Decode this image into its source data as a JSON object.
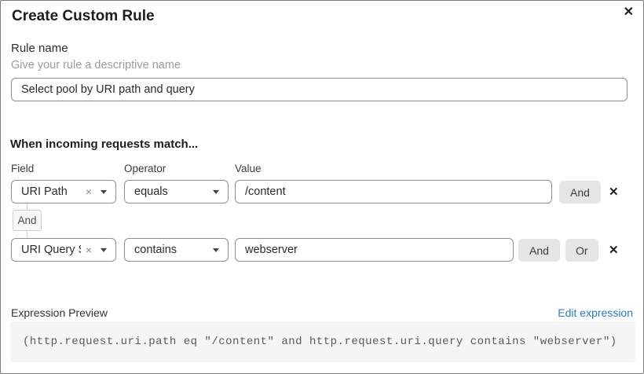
{
  "dialog": {
    "title": "Create Custom Rule"
  },
  "icons": {
    "close": "✕",
    "clear": "×",
    "remove": "✕"
  },
  "rule_name": {
    "label": "Rule name",
    "helper": "Give your rule a descriptive name",
    "value": "Select pool by URI path and query"
  },
  "matcher": {
    "heading": "When incoming requests match...",
    "columns": {
      "field": "Field",
      "operator": "Operator",
      "value": "Value"
    },
    "connector_label": "And",
    "rows": [
      {
        "field": "URI Path",
        "operator": "equals",
        "value": "/content",
        "and_label": "And"
      },
      {
        "field": "URI Query St...",
        "operator": "contains",
        "value": "webserver",
        "and_label": "And",
        "or_label": "Or"
      }
    ]
  },
  "expression": {
    "label": "Expression Preview",
    "edit_link": "Edit expression",
    "code": "(http.request.uri.path eq \"/content\" and http.request.uri.query contains \"webserver\")"
  },
  "colors": {
    "accent_link": "#2c7cb8",
    "button_bg": "#e5e5e5",
    "code_bg": "#f5f5f5",
    "border": "#8f8f8f"
  }
}
